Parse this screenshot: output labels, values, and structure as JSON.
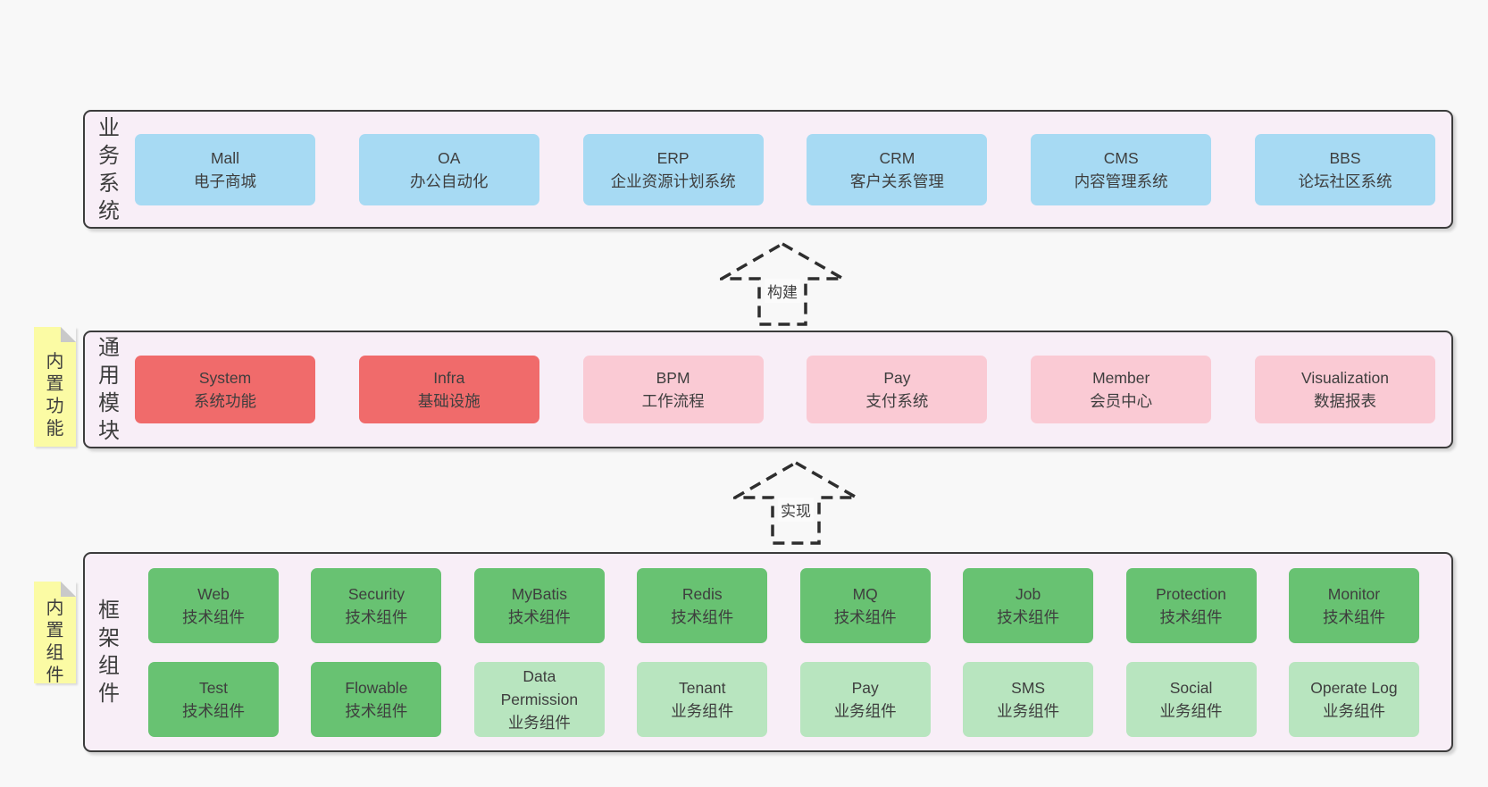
{
  "colors": {
    "page_bg": "#f8f8f8",
    "container_bg": "#f8eef7",
    "container_border": "#3c3c3c",
    "blue": "#a7daf3",
    "red": "#f06b6b",
    "pink": "#facad4",
    "green": "#68c272",
    "light_green": "#b8e5bf",
    "note_yellow": "#fbfba4",
    "text": "#3e3e3e"
  },
  "layers": {
    "business": {
      "label": "业务系统",
      "boxes": [
        {
          "name": "Mall",
          "desc": "电子商城"
        },
        {
          "name": "OA",
          "desc": "办公自动化"
        },
        {
          "name": "ERP",
          "desc": "企业资源计划系统"
        },
        {
          "name": "CRM",
          "desc": "客户关系管理"
        },
        {
          "name": "CMS",
          "desc": "内容管理系统"
        },
        {
          "name": "BBS",
          "desc": "论坛社区系统"
        }
      ]
    },
    "modules": {
      "label": "通用模块",
      "note": "内置功能",
      "boxes": [
        {
          "name": "System",
          "desc": "系统功能"
        },
        {
          "name": "Infra",
          "desc": "基础设施"
        },
        {
          "name": "BPM",
          "desc": "工作流程"
        },
        {
          "name": "Pay",
          "desc": "支付系统"
        },
        {
          "name": "Member",
          "desc": "会员中心"
        },
        {
          "name": "Visualization",
          "desc": "数据报表"
        }
      ]
    },
    "components": {
      "label": "框架组件",
      "note": "内置组件",
      "row1": [
        {
          "name": "Web",
          "desc": "技术组件"
        },
        {
          "name": "Security",
          "desc": "技术组件"
        },
        {
          "name": "MyBatis",
          "desc": "技术组件"
        },
        {
          "name": "Redis",
          "desc": "技术组件"
        },
        {
          "name": "MQ",
          "desc": "技术组件"
        },
        {
          "name": "Job",
          "desc": "技术组件"
        },
        {
          "name": "Protection",
          "desc": "技术组件"
        },
        {
          "name": "Monitor",
          "desc": "技术组件"
        }
      ],
      "row2": [
        {
          "name": "Test",
          "desc": "技术组件"
        },
        {
          "name": "Flowable",
          "desc": "技术组件"
        },
        {
          "name": "Data Permission",
          "desc": "业务组件"
        },
        {
          "name": "Tenant",
          "desc": "业务组件"
        },
        {
          "name": "Pay",
          "desc": "业务组件"
        },
        {
          "name": "SMS",
          "desc": "业务组件"
        },
        {
          "name": "Social",
          "desc": "业务组件"
        },
        {
          "name": "Operate Log",
          "desc": "业务组件"
        }
      ]
    }
  },
  "arrows": [
    {
      "label": "构建"
    },
    {
      "label": "实现"
    }
  ]
}
